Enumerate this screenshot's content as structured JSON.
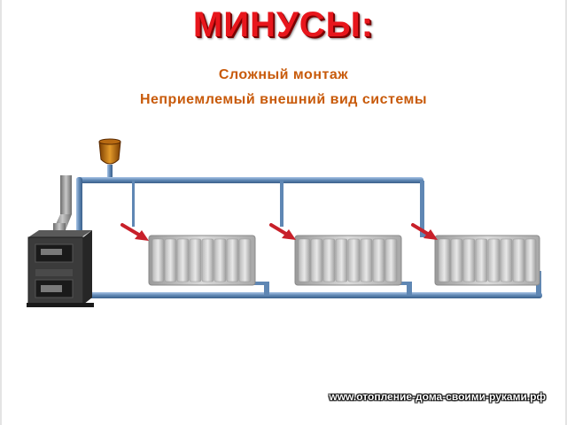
{
  "title": "МИНУСЫ:",
  "cons": [
    "Сложный монтаж",
    "Неприемлемый внешний вид  системы"
  ],
  "watermark": "www.отопление-дома-своими-руками.рф",
  "colors": {
    "title": "#e8161c",
    "subtitle": "#c85a0a",
    "pipe": "#5f87b4",
    "arrow": "#c8202a",
    "radiator": "#c4c4c4",
    "boiler": "#3b3b3b"
  },
  "components": {
    "boiler_icon": "boiler-icon",
    "expansion_tank_icon": "expansion-tank-icon",
    "radiators": [
      "radiator-1",
      "radiator-2",
      "radiator-3"
    ]
  }
}
